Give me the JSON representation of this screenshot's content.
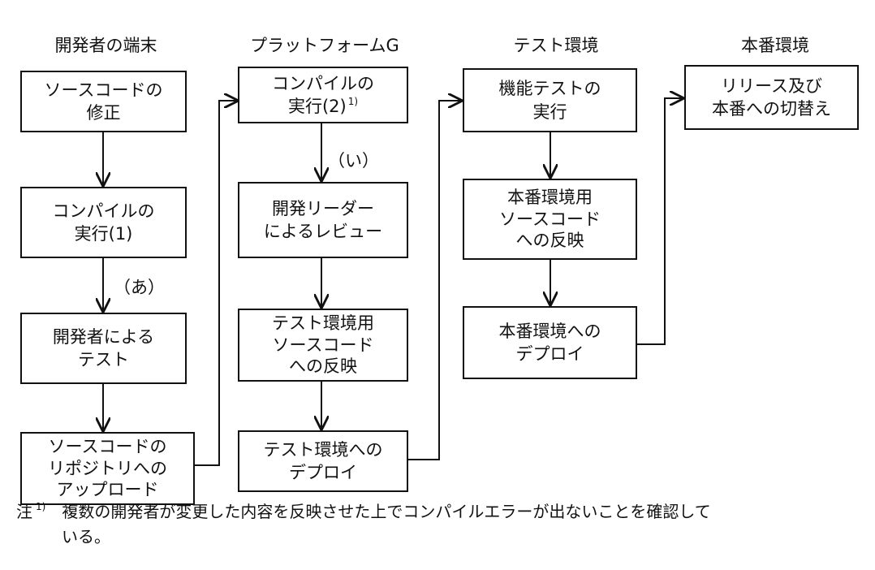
{
  "columns": [
    {
      "title": "開発者の端末"
    },
    {
      "title": "プラットフォームG"
    },
    {
      "title": "テスト環境"
    },
    {
      "title": "本番環境"
    }
  ],
  "boxes": {
    "dev_edit": "ソースコードの\n修正",
    "dev_compile": "コンパイルの\n実行(1)",
    "dev_test": "開発者による\nテスト",
    "dev_upload": "ソースコードの\nリポジトリへの\nアップロード",
    "pf_compile": "コンパイルの\n実行(2)",
    "pf_compile_ref": "1)",
    "pf_review": "開発リーダー\nによるレビュー",
    "pf_reflect": "テスト環境用\nソースコード\nへの反映",
    "pf_deploy": "テスト環境への\nデプロイ",
    "test_func": "機能テストの\n実行",
    "test_reflect": "本番環境用\nソースコード\nへの反映",
    "test_deploy": "本番環境への\nデプロイ",
    "prod_release": "リリース及び\n本番への切替え"
  },
  "labels": {
    "a": "（あ）",
    "i": "（い）"
  },
  "note": {
    "prefix": "注",
    "ref": "1)",
    "line1": "複数の開発者が変更した内容を反映させた上でコンパイルエラーが出ないことを確認して",
    "line2": "いる。"
  }
}
